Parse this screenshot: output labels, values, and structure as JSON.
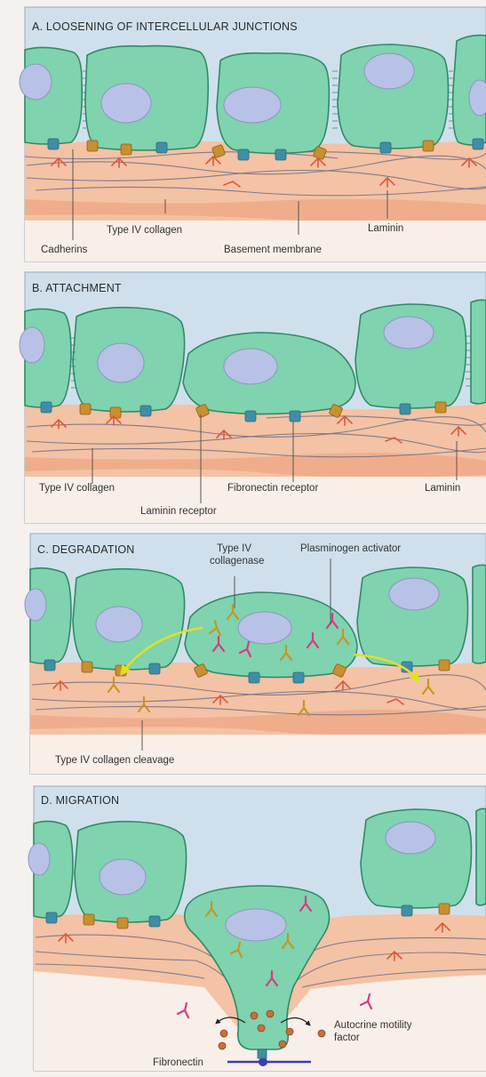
{
  "panels": [
    {
      "title": "A. LOOSENING OF INTERCELLULAR JUNCTIONS",
      "labels": [
        "Type IV collagen",
        "Laminin",
        "Cadherins",
        "Basement membrane"
      ]
    },
    {
      "title": "B. ATTACHMENT",
      "labels": [
        "Type IV collagen",
        "Fibronectin receptor",
        "Laminin",
        "Laminin receptor"
      ]
    },
    {
      "title": "C. DEGRADATION",
      "labels": [
        "Type IV",
        "collagenase",
        "Plasminogen activator",
        "Type IV collagen cleavage"
      ]
    },
    {
      "title": "D. MIGRATION",
      "labels": [
        "Autocrine motility",
        "factor",
        "Fibronectin"
      ]
    }
  ],
  "colors": {
    "sky": "#cfe0ec",
    "membrane": "#f4c2a4",
    "membrane_band": "#f0ad8c",
    "cell": "#7fd3ae",
    "cell_outline": "#2f8a67",
    "nucleus": "#b8c2e6",
    "cadherin": "#3d8fa8",
    "laminin_receptor": "#c8902f",
    "laminin": "#e2573a",
    "collagenase": "#c9951f",
    "plasminogen_activator": "#d63a86",
    "cleavage_arrow": "#e4e020",
    "fibronectin": "#3b3fb0"
  }
}
